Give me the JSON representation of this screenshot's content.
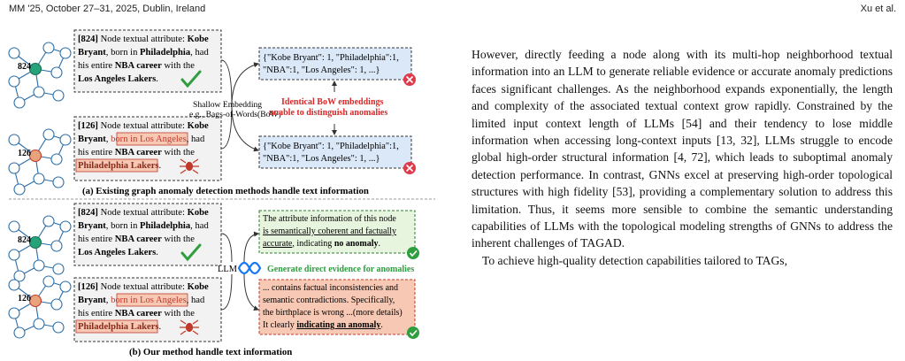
{
  "header": {
    "left": "MM '25, October 27–31, 2025, Dublin, Ireland",
    "right": "Xu et al."
  },
  "figure": {
    "panel_a": {
      "node_a_id": "824",
      "node_b_id": "126",
      "text_824": {
        "id": "[824]",
        "l1": " Node textual attribute: ",
        "l1b": "Kobe",
        "l2b": "Bryant",
        "l2": ", born in ",
        "l2c": "Philadelphia",
        "l2d": ", had",
        "l3": "his entire ",
        "l3b": "NBA career",
        "l3c": " with the",
        "l4b": "Los Angeles Lakers",
        "l4c": "."
      },
      "text_126": {
        "id": "[126]",
        "l1": " Node textual attribute: ",
        "l1b": "Kobe",
        "l2b": "Bryant",
        "l2": ", ",
        "l2h": "born in Los Angeles",
        "l2d": ", had",
        "l3": "his entire ",
        "l3b": "NBA career",
        "l3c": " with the",
        "l4h": "Philadelphia Lakers",
        "l4c": "."
      },
      "bow_top_l1": "{\"Kobe Bryant\": 1, \"Philadelphia\":1,",
      "bow_top_l2": "\"NBA\":1, \"Los Angeles\": 1, ...}",
      "bow_bottom_l1": "{\"Kobe Bryant\": 1, \"Philadelphia\":1,",
      "bow_bottom_l2": "\"NBA\":1, \"Los Angeles\": 1, ...}",
      "shallow_l1": "Shallow Embedding",
      "shallow_l2": "e.g., Bags-of-Words(BoW)",
      "identical_l1": "Identical BoW embeddings",
      "identical_l2": "unable to distinguish anomalies",
      "caption": "(a) Existing graph anomaly detection methods handle text information"
    },
    "panel_b": {
      "evidence_top_l1": "The attribute information of this node",
      "evidence_top_l2": "is semantically coherent and factually",
      "evidence_top_l3a": "accurate",
      "evidence_top_l3b": ", indicating ",
      "evidence_top_l3c": "no anomaly",
      "evidence_top_l3d": ".",
      "evidence_bot_l1": "... contains factual inconsistencies and",
      "evidence_bot_l2": "semantic contradictions. Specifically,",
      "evidence_bot_l3": "the birthplace is wrong ...(more details)",
      "evidence_bot_l4a": "It clearly ",
      "evidence_bot_l4b": "indicating an anomaly",
      "evidence_bot_l4c": ".",
      "llm_label": "LLM",
      "llm_note": "Generate direct evidence for anomalies",
      "caption": "(b) Our method handle text information"
    },
    "colors": {
      "blue_box": "#dbe8f7",
      "pink_box": "#f7c9b5",
      "green": "#2e9e3e",
      "red": "#e0394a",
      "anomaly_text": "#d62828"
    }
  },
  "body": {
    "p1": "However, directly feeding a node along with its multi-hop neighborhood textual information into an LLM to generate reliable evidence or accurate anomaly predictions faces significant challenges. As the neighborhood expands exponentially, the length and complexity of the associated textual context grow rapidly. Constrained by the limited input context length of LLMs [54] and their tendency to lose middle information when accessing long-context inputs [13, 32], LLMs struggle to encode global high-order structural information [4, 72], which leads to suboptimal anomaly detection performance. In contrast, GNNs excel at preserving high-order topological structures with high fidelity [53], providing a complementary solution to address this limitation. Thus, it seems more sensible to combine the semantic understanding capabilities of LLMs with the topological modeling strengths of GNNs to address the inherent challenges of TAGAD.",
    "p2": "To achieve high-quality detection capabilities tailored to TAGs,"
  }
}
